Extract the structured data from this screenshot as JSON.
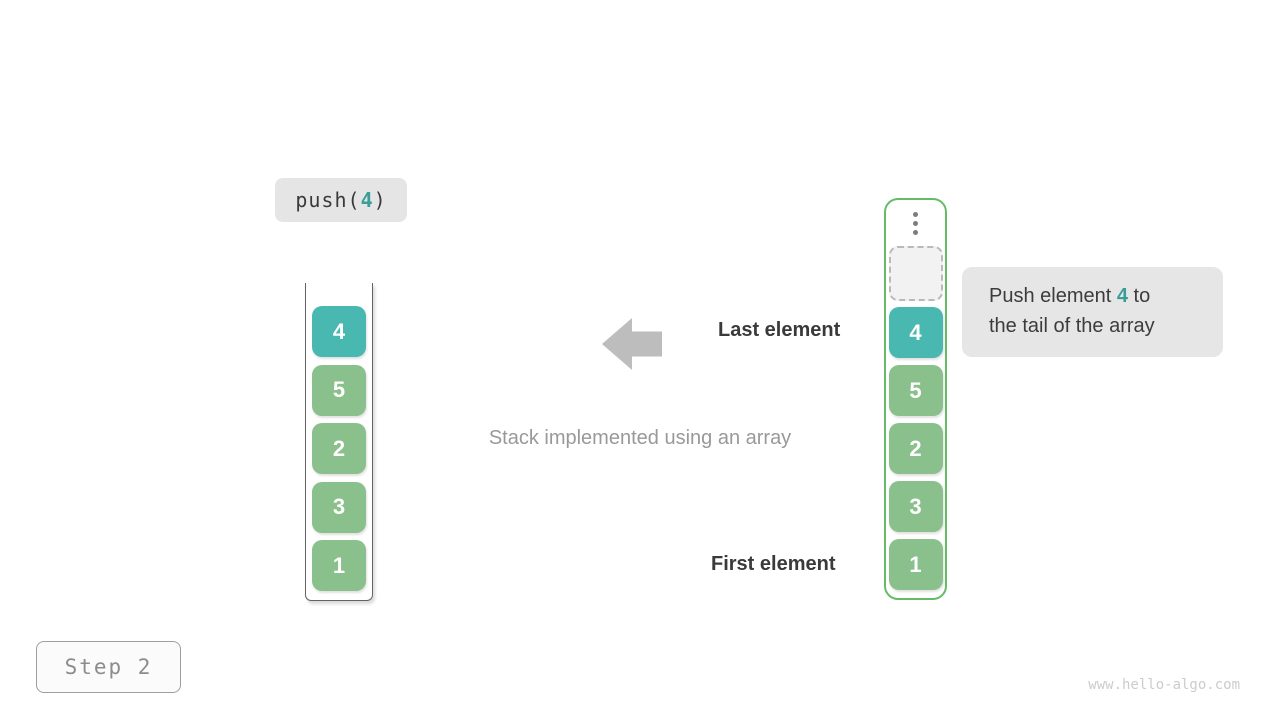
{
  "colors": {
    "teal_block": "#49b8b0",
    "teal_text": "#3a9e98",
    "green_block": "#8ac08b",
    "green_border": "#64bc67",
    "arrow_gray": "#bdbdbd",
    "dark_text": "#3a3a3a",
    "caption_gray": "#999999",
    "label_bg": "#e5e5e5"
  },
  "operation_label": {
    "prefix": "push(",
    "arg": "4",
    "suffix": ")"
  },
  "left_stack": {
    "values": [
      "4",
      "5",
      "2",
      "3",
      "1"
    ]
  },
  "right_stack": {
    "values": [
      "4",
      "5",
      "2",
      "3",
      "1"
    ]
  },
  "annotations": {
    "last_element": "Last element",
    "first_element": "First element",
    "caption": "Stack implemented using an array"
  },
  "tooltip": {
    "line1_before": "Push element ",
    "line1_value": "4",
    "line1_after": " to",
    "line2": "the tail of the array"
  },
  "step_badge": "Step 2",
  "watermark": "www.hello-algo.com"
}
